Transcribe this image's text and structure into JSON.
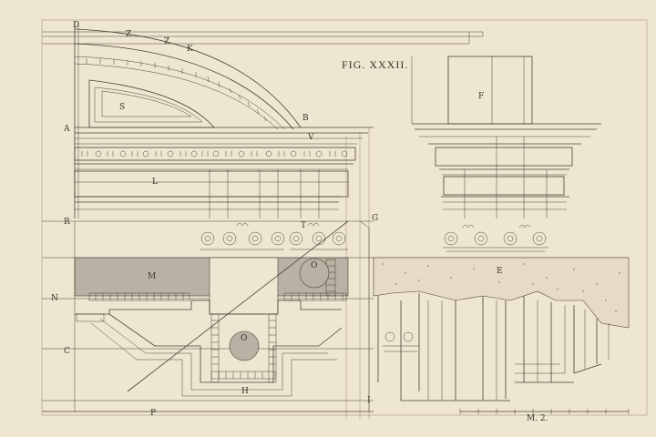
{
  "figure_title": "FIG. XXXII.",
  "labels": {
    "D": "D",
    "Z1": "Z",
    "Z2": "Z",
    "K": "K",
    "A": "A",
    "S": "S",
    "B": "B",
    "V": "V",
    "L": "L",
    "F": "F",
    "R": "R",
    "T": "T",
    "G": "G",
    "M": "M",
    "O1": "O",
    "O2": "O",
    "E": "E",
    "N": "N",
    "C": "C",
    "H": "H",
    "P": "P",
    "I": "I",
    "scale": "M. 2."
  },
  "colors": {
    "paper": "#efe6d2",
    "ink": "#4a3f33",
    "shade": "#b9b1a3"
  }
}
